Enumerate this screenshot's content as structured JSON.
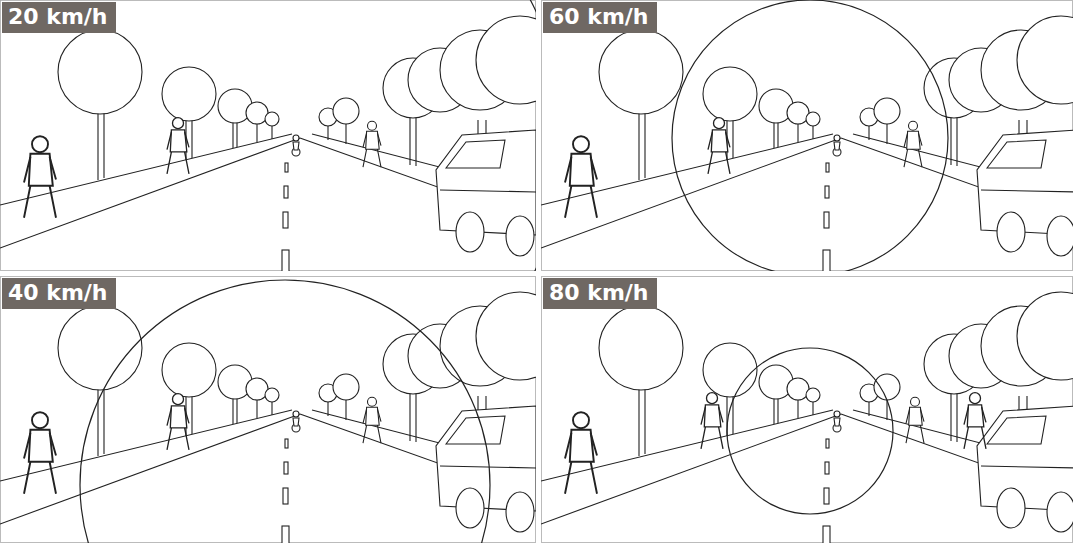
{
  "diagram": {
    "nodes": [
      {
        "text": [
          "20 km/h"
        ]
      },
      {
        "text": [
          "60 km/h"
        ]
      },
      {
        "text": [
          "40 km/h"
        ]
      },
      {
        "text": [
          "80 km/h"
        ]
      }
    ]
  }
}
